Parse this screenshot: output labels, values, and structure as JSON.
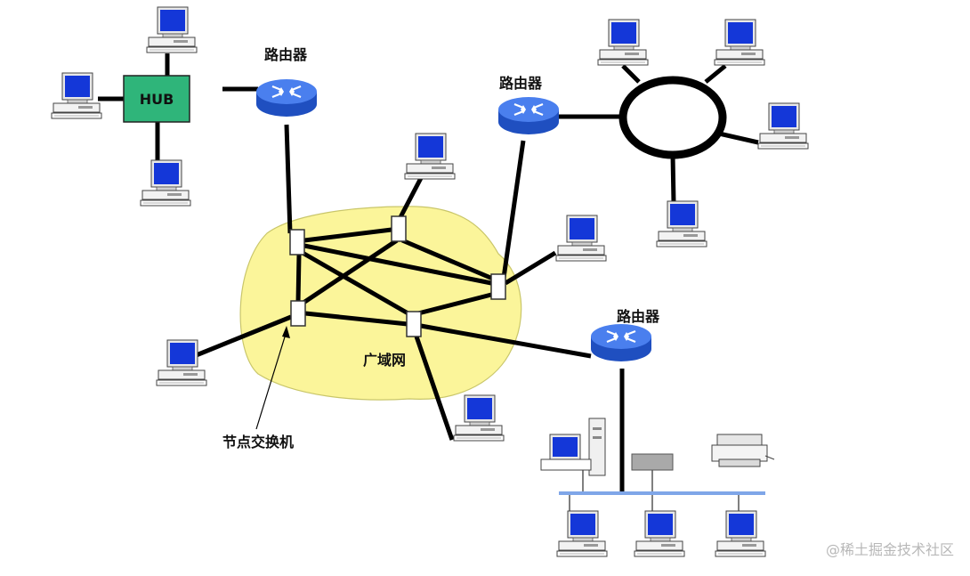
{
  "labels": {
    "router": "路由器",
    "hub": "HUB",
    "wan": "广域网",
    "node_switch": "节点交换机"
  },
  "watermark": "@稀土掘金技术社区",
  "colors": {
    "wan_cloud": "#fbf59a",
    "hub": "#2fb57a",
    "router": "#3b6fe0",
    "monitor_screen": "#1437d8",
    "lan_bus": "#7fa6e8",
    "link": "#000000"
  }
}
